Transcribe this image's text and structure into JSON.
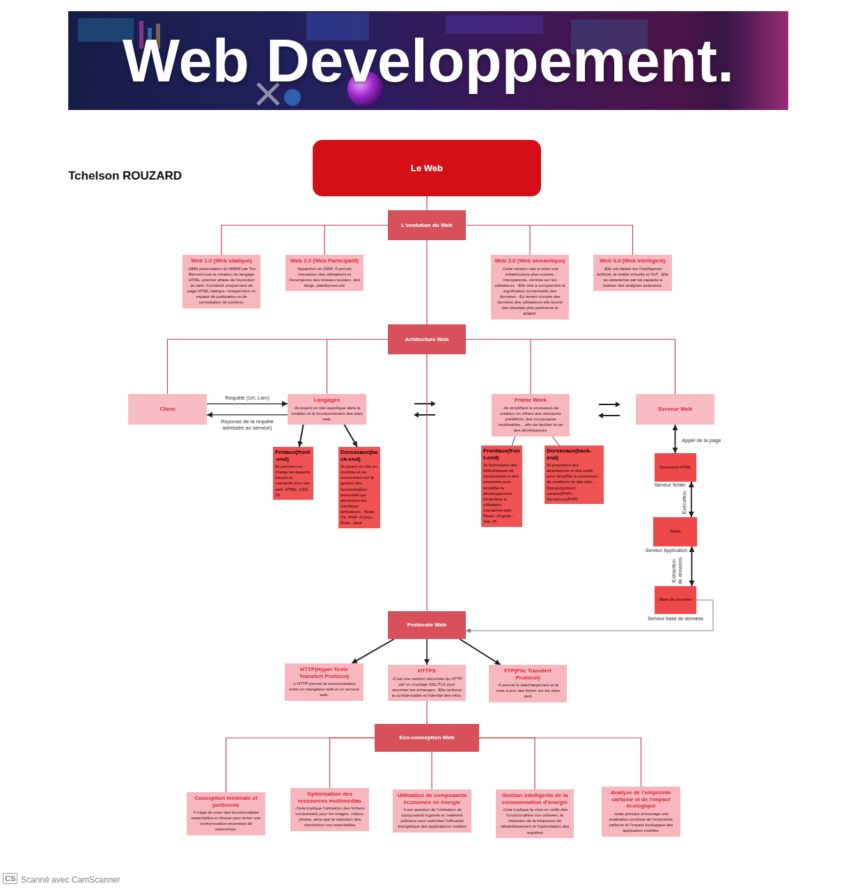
{
  "diagram": {
    "title": "Web Developpement.",
    "nodes": [
      {
        "text": [
          "Le Web"
        ]
      },
      {
        "text": [
          "L'evolution du Web"
        ]
      },
      {
        "text": [
          "Web 1.0 (Web statique)",
          "-1990 présentation du WWW par Tim Berners-Lee et création du langage HTML -premier phase de l'évolution du web -Constitué uniquement de page HTML statique -Uniquement un espace de publication et de consultation de contenu."
        ]
      },
      {
        "text": [
          "Web 2.0 (Web Participatif)",
          "Apparition en 2004 -Il permet interaction des utilisateurs et l'émergence des réseaux sociaux, des blogs, plateformes etc"
        ]
      },
      {
        "text": [
          "Web 3.0 (Web sémantique)",
          "-Cette version vise a créer une infrastructure plus ouverte, transparente, centrée sur les utilisateurs. -Elle vise a comprendre la signification contextuelle des données. -En tenant compte des données des utilisateurs elle fournit des résultats plus pertinents et adapté."
        ]
      },
      {
        "text": [
          "Web 4.0 (Web intelligent)",
          "-Elle est basée sur l'intelligence artificiel, la réalité virtuelle et l'IoT. -Elle se caractérise par sa capacité a réaliser des analyses avancées."
        ]
      },
      {
        "text": [
          "Achitecture Web"
        ]
      },
      {
        "text": [
          "Client"
        ]
      },
      {
        "text": [
          "Langages",
          "-Ils jouent un rôle spécifique dans la création et le fonctionnement des sites web."
        ]
      },
      {
        "text": [
          "Frntaux(front-end)",
          "Ils prennent en charge les aspects visuels et interactifs d'un site web -HTML -CSS -JS"
        ]
      },
      {
        "text": [
          "Dorsseaux(back-end)",
          "Ils jouent un rôle en coulisse et se concentrent sur la gestion des fonctionnalités essentiels qui alimentent les interfaces utilisateurs. -Node TS -PHP -Python -Ruby -Java"
        ]
      },
      {
        "text": [
          "Frame Work",
          "-Ils simplifient le processus de création en offrant des structures prédéfinis, des composants réutilisables....afin de faciliter la vie des développeurs."
        ]
      },
      {
        "text": [
          "Frontaux(front-end)",
          "Ils fournissent des bibliothèques de composants et des structures pour simplifier le développement d'interface a utilisateur interactive web. -React -Angular -Vue JS"
        ]
      },
      {
        "text": [
          "Dorsseaux(back-end)",
          "Ils proposent des abstractions et des outils pour simplifier le processus de creations de site web. -Django(python) -Laravel(PHP) -Symphony(PHP)"
        ]
      },
      {
        "text": [
          "Serveur Web"
        ]
      },
      {
        "text": [
          "Document HTML"
        ]
      },
      {
        "text": [
          "Script"
        ]
      },
      {
        "text": [
          "Base de données"
        ]
      },
      {
        "text": [
          "Protocole Web"
        ]
      },
      {
        "text": [
          "HTTP(Hyper Texte Transfert Protocol)",
          "-L'HTTP permet la communication entre un navigateur web et un serveur web."
        ]
      },
      {
        "text": [
          "HTTPS",
          "-C'est une version sécurisée du HTTP par un cryptage SSL/TLS pour sécuriser les échanges. -Elle renforce la confidentialité et l'identité des infos."
        ]
      },
      {
        "text": [
          "FTP(File Transfert Protocol)",
          "-Il permet le téléchargement et la mise a jour des fichier sur les sites web"
        ]
      },
      {
        "text": [
          "Eco-conception Web"
        ]
      },
      {
        "text": [
          "Conception minimale et pertinente",
          "Il s'agit de créer des fonctionnalités essentielles et directe pour éviter une consommation excessive de ressources."
        ]
      },
      {
        "text": [
          "Optimisation des ressources multimédias",
          "-Cela implique l'utilisation des fichiers compressés pour les images, vidéos, photos, ainsi que la réduction des résolutions non essentielles"
        ]
      },
      {
        "text": [
          "Utilisation de composants économes en énergie",
          "-Il est question de l'utilisation de composants logiciels et matériels judicieux pour optimiser l'efficacité énergétique des applications mobiles"
        ]
      },
      {
        "text": [
          "Gestion intelligente de la consommation d'énergie",
          "-Cela implique la mise en veille des fonctionnalités non utilisées, la réduction de la fréquence de rafraîchissement et l'optimisation des requêtes"
        ]
      },
      {
        "text": [
          "Analyse de l'empreinte carbone et de l'impact écologique",
          "-cette principe encourage une évaluation continue de l'empreinte carbone et l'impact écologique des application mobiles."
        ]
      }
    ],
    "edges": [
      {
        "from": 0,
        "to": 1,
        "arrow": "none"
      },
      {
        "from": 1,
        "to": 2,
        "arrow": "none"
      },
      {
        "from": 1,
        "to": 3,
        "arrow": "none"
      },
      {
        "from": 1,
        "to": 4,
        "arrow": "none"
      },
      {
        "from": 1,
        "to": 5,
        "arrow": "none"
      },
      {
        "from": 1,
        "to": 6,
        "arrow": "none"
      },
      {
        "from": 6,
        "to": 7,
        "arrow": "none"
      },
      {
        "from": 6,
        "to": 8,
        "arrow": "none"
      },
      {
        "from": 6,
        "to": 11,
        "arrow": "none"
      },
      {
        "from": 6,
        "to": 14,
        "arrow": "none"
      },
      {
        "from": 7,
        "to": 8,
        "label": "Requête (Url, Lien)",
        "arrow": "to"
      },
      {
        "from": 8,
        "to": 7,
        "label": "Reponse de la requête adressée au serveur)",
        "arrow": "to"
      },
      {
        "from": 8,
        "to": 9,
        "arrow": "to"
      },
      {
        "from": 8,
        "to": 10,
        "arrow": "to"
      },
      {
        "from": 11,
        "to": 12,
        "arrow": "none"
      },
      {
        "from": 11,
        "to": 13,
        "arrow": "none"
      },
      {
        "from": 14,
        "to": 15,
        "label": "Appel de la page",
        "arrow": "both"
      },
      {
        "from": 15,
        "to": 16,
        "label": "Exécution",
        "arrow": "both"
      },
      {
        "from": 16,
        "to": 17,
        "label": "Extraction de données",
        "arrow": "both"
      },
      {
        "from": 6,
        "to": 18,
        "arrow": "none"
      },
      {
        "from": 17,
        "to": 18,
        "arrow": "to"
      },
      {
        "from": 18,
        "to": 19,
        "arrow": "to"
      },
      {
        "from": 18,
        "to": 20,
        "arrow": "to"
      },
      {
        "from": 18,
        "to": 21,
        "arrow": "to"
      },
      {
        "from": 20,
        "to": 22,
        "arrow": "none"
      },
      {
        "from": 22,
        "to": 23,
        "arrow": "none"
      },
      {
        "from": 22,
        "to": 24,
        "arrow": "none"
      },
      {
        "from": 22,
        "to": 25,
        "arrow": "none"
      },
      {
        "from": 22,
        "to": 26,
        "arrow": "none"
      },
      {
        "from": 22,
        "to": 27,
        "arrow": "none"
      }
    ],
    "labels": [
      "Tchelson ROUZARD",
      "Serveur fichier",
      "Serveur Application",
      "Serveur base de données",
      "CS",
      "Scanné avec CamScanner"
    ]
  }
}
